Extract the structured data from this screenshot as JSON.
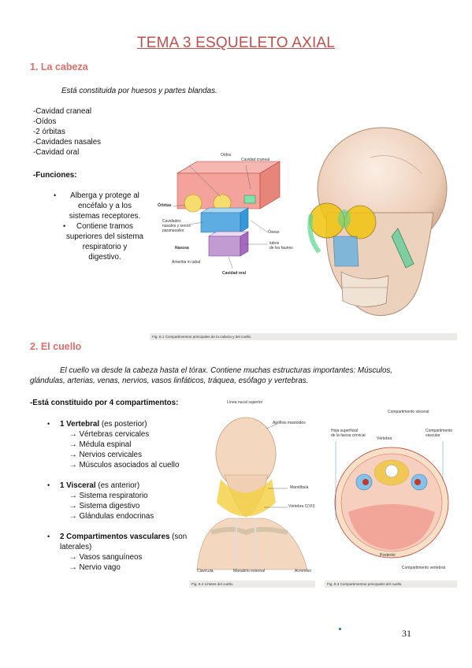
{
  "title": "TEMA 3 ESQUELETO AXIAL",
  "section1": {
    "heading": "1. La cabeza",
    "intro": "Está constituida por huesos y partes blandas.",
    "items": [
      "-Cavidad craneal",
      "-Oídos",
      "-2 órbitas",
      "-Cavidades nasales",
      "-Cavidad oral"
    ],
    "funciones_label": "-Funciones:",
    "funciones": [
      [
        "Alberga y protege al",
        "encéfalo y a los",
        "sistemas receptores."
      ],
      [
        "Contiene tramos",
        "superiores del sistema",
        "respiratorio y",
        "digestivo."
      ]
    ],
    "figure": {
      "labels": {
        "oidos": "Oídos",
        "cavidad_craneal": "Cavidad craneal",
        "orbitas": "Órbitas",
        "cavidades_nasales": [
          "Cavidades",
          "nasales y senos",
          "paranasales"
        ],
        "oseas": "Óseas",
        "nasosa": "Nasosa",
        "tubos": [
          "tubos",
          "de los faunes"
        ],
        "ameritia": "Ameritia m tabal",
        "cavidad_oral": "Cavidad oral"
      },
      "caption": "Fig. 8.1  Compartimentos principales de la cabeza y del cuello."
    }
  },
  "section2": {
    "heading": "2. El cuello",
    "intro": [
      "El cuello va desde la cabeza hasta el tórax. Contiene muchas estructuras importantes: Músculos,",
      "glándulas, arterias, venas, nervios, vasos linfáticos, tráquea, esófago y vertebras."
    ],
    "compartimentos_label": "-Está constituido por 4 compartimentos:",
    "compartimentos": [
      {
        "title_bold": "1 Vertebral",
        "title_rest": " (es posterior)",
        "subs": [
          "→ Vértebras cervicales",
          "→ Médula espinal",
          "→ Nervios cervicales",
          "→ Músculos asociados al cuello"
        ]
      },
      {
        "title_bold": "1 Visceral",
        "title_rest": " (es anterior)",
        "subs": [
          "→ Sistema respiratorio",
          "→ Sistema digestivo",
          "→ Glándulas endocrinas"
        ]
      },
      {
        "title_bold": "2 Compartimentos vasculares",
        "title_rest": " (son",
        "title_cont": "laterales)",
        "subs": [
          "→ Vasos sanguíneos",
          "→ Nervio vago"
        ]
      }
    ],
    "figure_left": {
      "top_label": "Línea nucal superior",
      "labels": [
        "Apófisis mastoides",
        "Mandíbula",
        "Vértebra C(VII)",
        "Clavícula",
        "Manubrio esternal",
        "Acromion"
      ],
      "caption": "Fig. 8.4  Límites del cuello."
    },
    "figure_right": {
      "labels": {
        "top": "Compartimento visceral",
        "left": [
          "Hoja superficial",
          "de la fascia cervical"
        ],
        "vertebra": "Vértebra",
        "right": [
          "Compartimento",
          "vascular"
        ],
        "bottom": "Posterior",
        "bottom2": "Compartimento vertebral"
      },
      "caption": "Fig. 8.3  Compartimentos principales del cuello."
    }
  },
  "page_number": "31"
}
